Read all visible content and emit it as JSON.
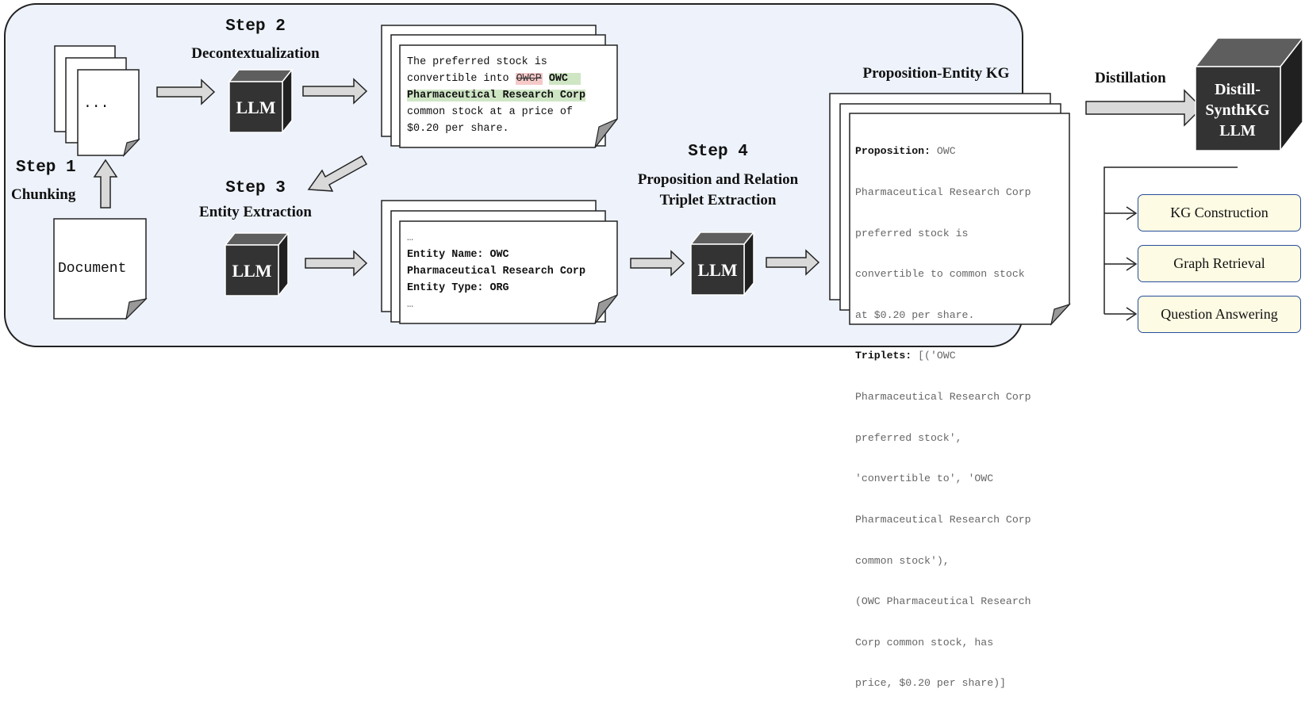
{
  "steps": {
    "step1": "Step 1",
    "step1_name": "Chunking",
    "step2": "Step 2",
    "step2_name": "Decontextualization",
    "step3": "Step 3",
    "step3_name": "Entity Extraction",
    "step4": "Step 4",
    "step4_name_line1": "Proposition and Relation",
    "step4_name_line2": "Triplet Extraction"
  },
  "document_label": "Document",
  "chunk_ellipsis": "...",
  "llm_label": "LLM",
  "decontext_doc": {
    "line1": "The preferred stock is",
    "line2_prefix": "convertible into ",
    "line2_struck": "OWCP",
    "line2_added": "OWC",
    "line3": "Pharmaceutical Research Corp",
    "line4": "common stock at a price of",
    "line5": "$0.20 per share."
  },
  "entity_doc": {
    "ellipsis_top": "…",
    "name_key": "Entity Name:",
    "name_val1": "OWC",
    "name_val2": "Pharmaceutical Research Corp",
    "type_key": "Entity Type:",
    "type_val": "ORG",
    "ellipsis_bottom": "…"
  },
  "kg": {
    "title": "Proposition-Entity KG",
    "prop_key": "Proposition:",
    "prop_l1": " OWC",
    "prop_l2": "Pharmaceutical Research Corp",
    "prop_l3": "preferred stock is",
    "prop_l4": "convertible to common stock",
    "prop_l5": "at $0.20 per share.",
    "trip_key": "Triplets:",
    "trip_l1": " [('OWC",
    "trip_l2": "Pharmaceutical Research Corp",
    "trip_l3": "preferred stock',",
    "trip_l4": "'convertible to', 'OWC",
    "trip_l5": "Pharmaceutical Research Corp",
    "trip_l6": "common stock'),",
    "trip_l7": "(OWC Pharmaceutical Research",
    "trip_l8": "Corp common stock, has",
    "trip_l9": "price, $0.20 per share)]"
  },
  "distillation": {
    "label": "Distillation",
    "model_line1": "Distill-",
    "model_line2": "SynthKG",
    "model_line3": "LLM"
  },
  "applications": [
    "KG Construction",
    "Graph Retrieval",
    "Question Answering"
  ],
  "colors": {
    "panel_bg": "#edf2fb",
    "cube_front": "#333333",
    "cube_top": "#5e5e5e",
    "cube_side": "#202020",
    "arrow_fill": "#d9d9d9",
    "pill_bg": "#fdfbe3",
    "pill_border": "#274e9b",
    "strike_bg": "#f6c9c9",
    "highlight_bg": "#cfe6c5"
  }
}
